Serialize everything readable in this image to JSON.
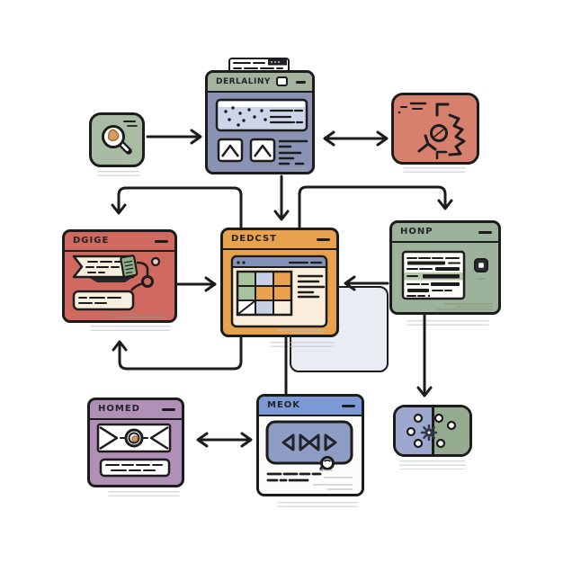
{
  "diagram": {
    "arrow_color": "#1c1c1c",
    "soft_panel_color": "#e9ecf3",
    "browser": {
      "title": "DERLALINY",
      "title_bar_color": "#a3b39d",
      "body_color": "#8a93b4",
      "panel_color": "#ccd6e8",
      "icon": "image-thumbnails"
    },
    "search_tile": {
      "color": "#a9bba2",
      "icon": "magnifier"
    },
    "process_tile": {
      "color": "#d8806e",
      "icon": "sketch-gear"
    },
    "dgige": {
      "title": "DGIGE",
      "color": "#d06a60",
      "paper_color": "#f6efdf",
      "card_color": "#8fae89"
    },
    "dedcst": {
      "title": "DEDCST",
      "color": "#e8a14e",
      "panel_color": "#fbeedd",
      "header_color": "#8192b8",
      "grid_colors": [
        [
          "#a9c29e",
          "#c6d0e4",
          "#eaa24f"
        ],
        [
          "#a9c29e",
          "#eaa24f",
          "#eaa24f"
        ],
        [
          "#ffffff",
          "#c6d0e4",
          "#fbeedd"
        ]
      ]
    },
    "honp": {
      "title": "HONP",
      "color": "#9db29a",
      "highlight_color": "#b5c8ac"
    },
    "homed": {
      "title": "HOMED",
      "color": "#b090b6",
      "seal_color": "#d29a5c"
    },
    "meok": {
      "title": "MEOK",
      "title_bar_color": "#7d99d5",
      "body_color": "#fcfcfa",
      "player_color": "#8e9dc4"
    },
    "split_tile": {
      "left_color": "#9ca8cd",
      "right_color": "#95ab8f",
      "icon": "gear"
    }
  }
}
